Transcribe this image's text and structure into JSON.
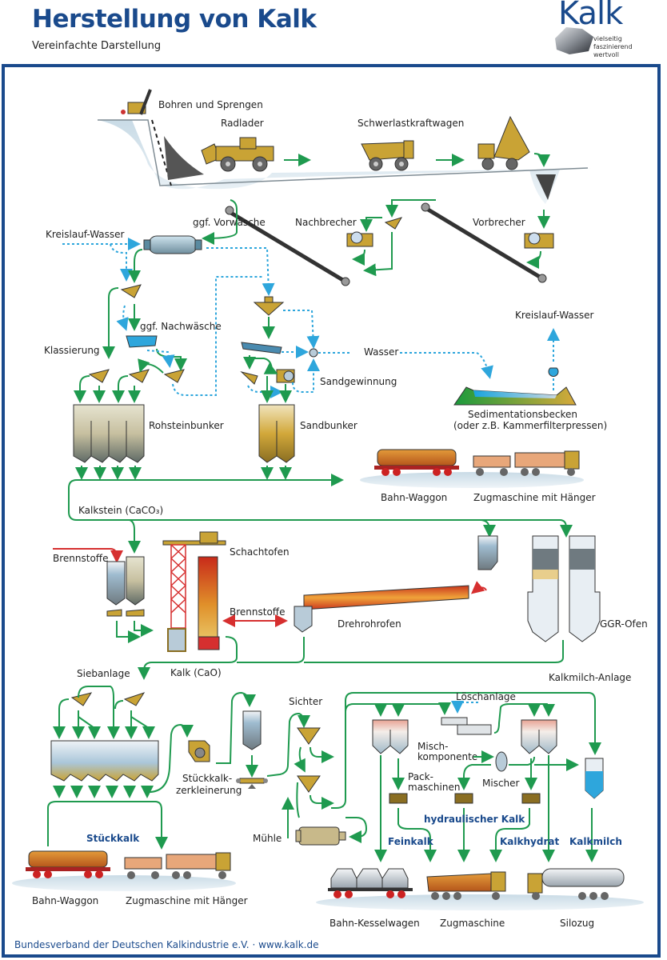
{
  "header": {
    "title": "Herstellung von Kalk",
    "subtitle": "Vereinfachte Darstellung",
    "logo": {
      "word": "Kalk",
      "tagline": [
        "vielseitig",
        "faszinierend",
        "wertvoll"
      ],
      "icon": "rock-icon"
    }
  },
  "colors": {
    "brand": "#1a4a8c",
    "material_flow": "#1f9a4f",
    "water_flow": "#2ea6dc",
    "fuel_flow": "#d62f2f",
    "equipment": "#c9a335",
    "ground": "#d4e3ec"
  },
  "stages": {
    "quarry": {
      "drilling": "Bohren und Sprengen",
      "loader": "Radlader",
      "truck": "Schwerlastkraftwagen"
    },
    "crushing": {
      "pre_wash": "ggf. Vorwäsche",
      "circuit_water_in": "Kreislauf-Wasser",
      "secondary_crusher": "Nachbrecher",
      "primary_crusher": "Vorbrecher"
    },
    "classification": {
      "post_wash": "ggf. Nachwäsche",
      "classification": "Klassierung",
      "water": "Wasser",
      "sand_recovery": "Sandgewinnung",
      "circuit_water_out": "Kreislauf-Wasser",
      "sedimentation": "Sedimentationsbecken",
      "sedimentation_note": "(oder z.B. Kammerfilterpressen)",
      "raw_bunker": "Rohsteinbunker",
      "sand_bunker": "Sandbunker"
    },
    "transport_1": {
      "rail": "Bahn-Waggon",
      "truck": "Zugmaschine mit Hänger"
    },
    "burning": {
      "limestone": "Kalkstein (CaCO₃)",
      "fuels_1": "Brennstoffe",
      "shaft_kiln": "Schachtofen",
      "fuels_2": "Brennstoffe",
      "rotary_kiln": "Drehrohrofen",
      "ggr_kiln": "GGR-Ofen",
      "lime": "Kalk (CaO)"
    },
    "processing": {
      "screening": "Siebanlage",
      "lump_crushing": "Stückkalk-\nzerkleinerung",
      "lump_crushing_l1": "Stückkalk-",
      "lump_crushing_l2": "zerkleinerung",
      "classifier": "Sichter",
      "mill": "Mühle",
      "slaker": "Löschanlage",
      "milk_plant": "Kalkmilch-Anlage",
      "mix_component_l1": "Misch-",
      "mix_component_l2": "komponente",
      "mixer": "Mischer",
      "packing_l1": "Pack-",
      "packing_l2": "maschinen"
    },
    "products": {
      "lump_lime": "Stückkalk",
      "fine_lime": "Feinkalk",
      "hydraulic_lime": "hydraulischer Kalk",
      "hydrated_lime": "Kalkhydrat",
      "milk_of_lime": "Kalkmilch"
    },
    "transport_2": {
      "rail_left": "Bahn-Waggon",
      "truck_left": "Zugmaschine mit Hänger",
      "rail_tank": "Bahn-Kesselwagen",
      "tractor": "Zugmaschine",
      "silo": "Silozug"
    }
  },
  "footer": {
    "org": "Bundesverband der Deutschen Kalkindustrie e.V.",
    "separator": "·",
    "url": "www.kalk.de"
  }
}
